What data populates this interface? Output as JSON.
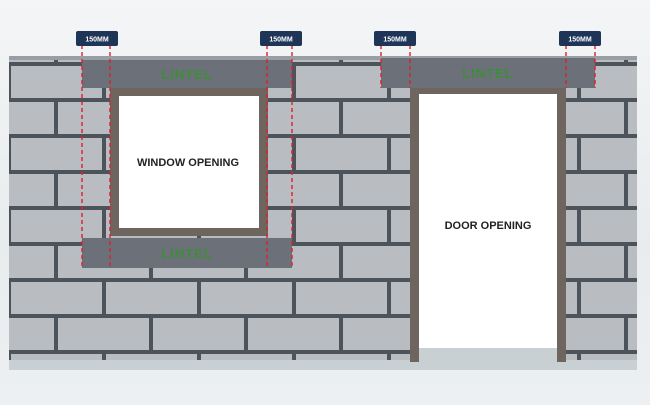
{
  "labels": {
    "dimension": "150MM",
    "lintel": "LINTEL",
    "window_opening": "WINDOW OPENING",
    "door_opening": "DOOR OPENING"
  },
  "colors": {
    "brick": "#b9bcc0",
    "mortar": "#4d535b",
    "lintel": "#6b7079",
    "frame": "#6e665e",
    "tag": "#1f3557",
    "dash": "#e01f2e",
    "lintel_text": "#3f8c3a",
    "floor": "#c9d0d4"
  }
}
